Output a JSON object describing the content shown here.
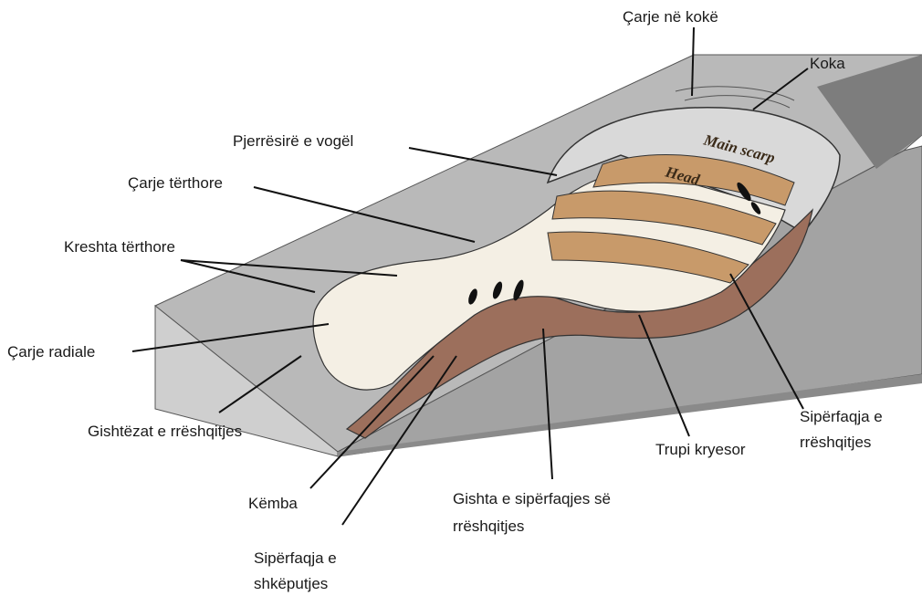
{
  "diagram": {
    "inner_labels": {
      "main_scarp": "Main scarp",
      "head": "Head"
    },
    "labels": {
      "head_crack": "Çarje në kokë",
      "crown": "Koka",
      "minor_scarp": "Pjerrësirë e vogël",
      "transverse_cracks": "Çarje tërthore",
      "transverse_ridges": "Kreshta tërthore",
      "radial_cracks": "Çarje radiale",
      "toe": "Gishtëzat e rrëshqitjes",
      "foot": "Këmba",
      "surface_of_separation_1": "Sipërfaqja e",
      "surface_of_separation_2": "shkëputjes",
      "toe_of_surface_of_rupture_1": "Gishta e sipërfaqjes së",
      "toe_of_surface_of_rupture_2": "rrëshqitjes",
      "main_body": "Trupi kryesor",
      "surface_of_rupture_1": "Sipërfaqja e",
      "surface_of_rupture_2": "rrëshqitjes"
    },
    "colors": {
      "slab_top": "#b9b9b9",
      "slab_side": "#7d7d7d",
      "slab_front": "#a3a3a3",
      "scarp": "#d9d9d9",
      "debris": "#f4efe4",
      "head_band": "#c89a6a",
      "rupture_side": "#9c6f5c"
    }
  }
}
